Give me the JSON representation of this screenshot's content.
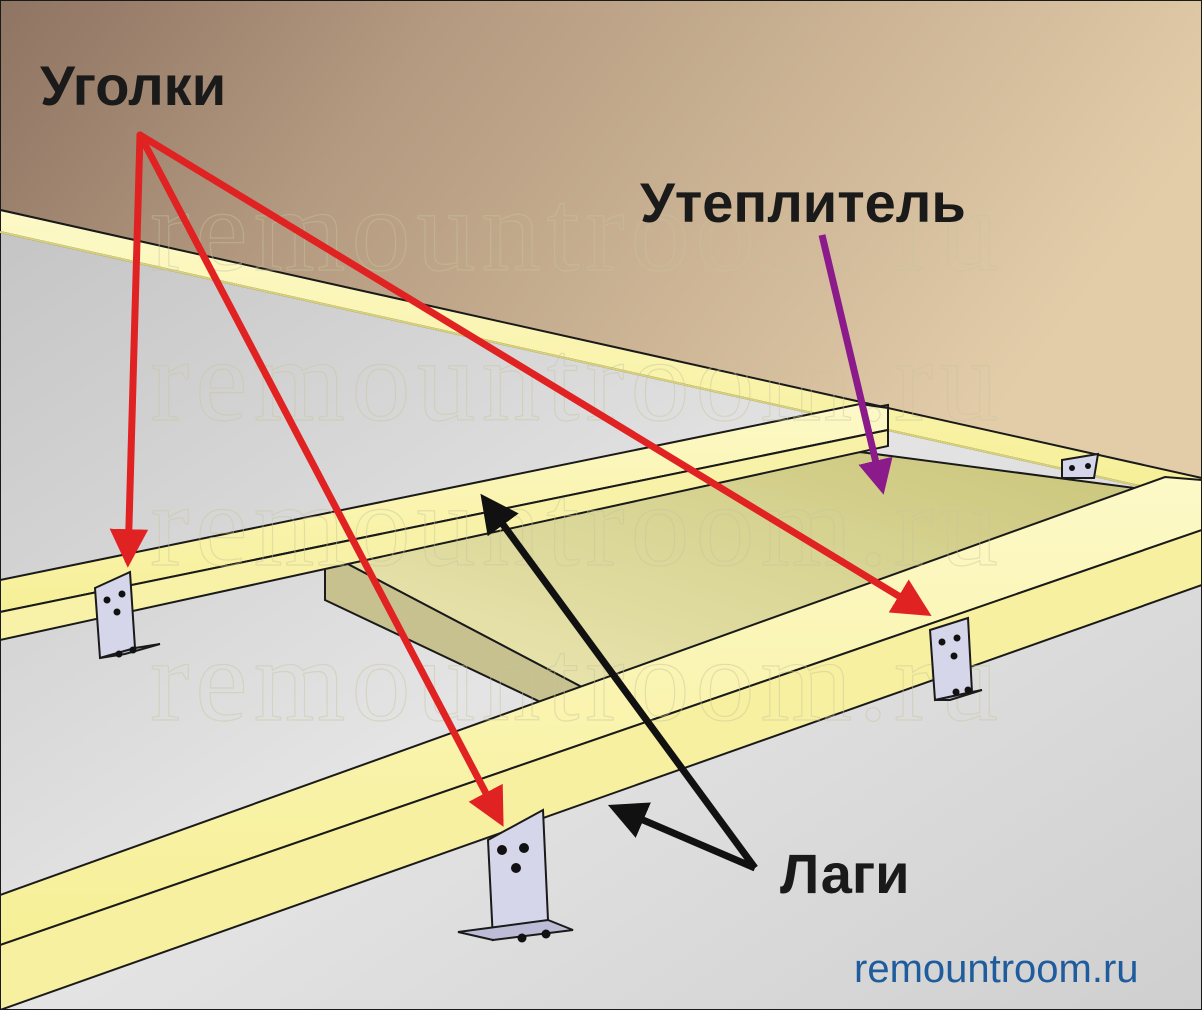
{
  "labels": {
    "corners": "Уголки",
    "insulation": "Утеплитель",
    "joists": "Лаги"
  },
  "watermark": "remountroom.ru",
  "site": "remountroom.ru",
  "colors": {
    "corner_arrows": "#e02222",
    "insulation_arrow": "#8b1a8b",
    "joist_arrows": "#111111",
    "joist": "#fbf6b0",
    "insulation": "#d4d08a",
    "floor": "#d3d3d3",
    "wall": "#c8ac8e",
    "site_text": "#1f5c9e"
  }
}
